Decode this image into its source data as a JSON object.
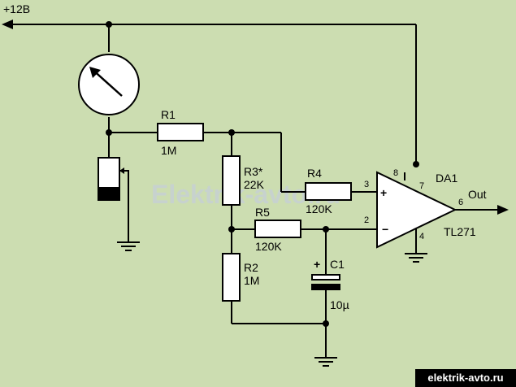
{
  "watermark": "Elektrik-avto.ru",
  "footer": "elektrik-avto.ru",
  "labels": {
    "supply": "+12B",
    "r1": "R1",
    "r1_value": "1M",
    "r2": "R2",
    "r2_value": "1M",
    "r3": "R3*",
    "r3_value": "22K",
    "r4": "R4",
    "r4_value": "120K",
    "r5": "R5",
    "r5_value": "120K",
    "c1": "C1",
    "c1_value": "10µ",
    "c1_polarity": "+",
    "da1": "DA1",
    "da1_part": "TL271",
    "out": "Out",
    "plus_sign": "+",
    "minus_sign": "−"
  },
  "pins": {
    "p8": "8",
    "p7": "7",
    "p3": "3",
    "p2": "2",
    "p6": "6",
    "p4": "4"
  },
  "colors": {
    "background": "#ccddb1",
    "line": "#000000",
    "watermark": "#c6cfd8",
    "footer_bg": "#000000",
    "footer_text": "#ffffff"
  }
}
